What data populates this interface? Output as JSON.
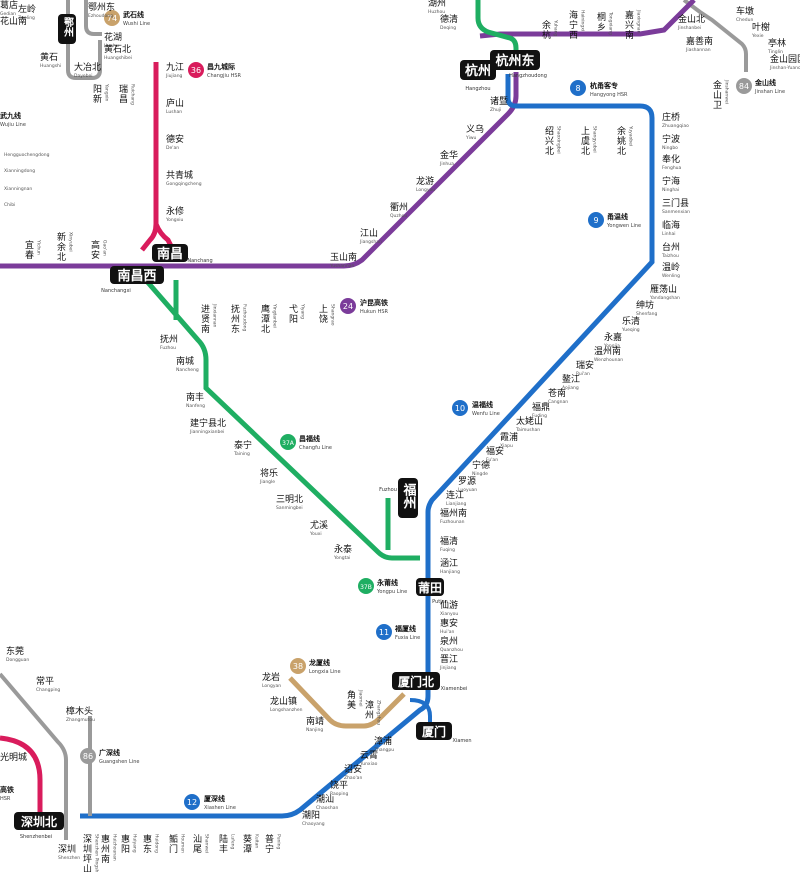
{
  "colors": {
    "blue": "#1f6fc9",
    "purple": "#7b3c9a",
    "green": "#1fae62",
    "red": "#d91c5c",
    "gray": "#9a9a9a",
    "tan": "#c9a26b",
    "hub_bg": "#111111",
    "hub_text": "#ffffff"
  },
  "hubs": [
    {
      "id": "hangzhou",
      "name": "杭州"
    },
    {
      "id": "hangzhoudong",
      "name": "杭州东"
    },
    {
      "id": "nanchang",
      "name": "南昌"
    },
    {
      "id": "nanchangxi",
      "name": "南昌西"
    },
    {
      "id": "fuzhou",
      "name": "福州"
    },
    {
      "id": "putian",
      "name": "莆田"
    },
    {
      "id": "xiamenbei",
      "name": "厦门北"
    },
    {
      "id": "xiamen",
      "name": "厦门"
    },
    {
      "id": "shenzhenbei",
      "name": "深圳北"
    },
    {
      "id": "ezhou",
      "name": "鄂州"
    }
  ],
  "hub_pinyin": [
    {
      "id": "hangzhou_py",
      "text": "Hangzhou"
    },
    {
      "id": "hangzhoudong_py",
      "text": "Hangzhoudong"
    },
    {
      "id": "nanchang_py",
      "text": "Nanchang"
    },
    {
      "id": "nanchangxi_py",
      "text": "Nanchangxi"
    },
    {
      "id": "fuzhou_py",
      "text": "Fuzhou"
    },
    {
      "id": "fuzhou_py2",
      "text": "Fuzhou"
    },
    {
      "id": "putian_py",
      "text": "Putian"
    },
    {
      "id": "xiamenbei_py",
      "text": "Xiamenbei"
    },
    {
      "id": "xiamen_py",
      "text": "Xiamen"
    },
    {
      "id": "shenzhenbei_py",
      "text": "Shenzhenbei"
    }
  ],
  "lines": [
    {
      "id": "l8",
      "num": "8",
      "name": "杭甬客专",
      "en": "Hangyong HSR"
    },
    {
      "id": "l9",
      "num": "9",
      "name": "甬温线",
      "en": "Yongwen Line"
    },
    {
      "id": "l10",
      "num": "10",
      "name": "温福线",
      "en": "Wenfu Line"
    },
    {
      "id": "l11",
      "num": "11",
      "name": "福厦线",
      "en": "Fuxia Line"
    },
    {
      "id": "l12",
      "num": "12",
      "name": "厦深线",
      "en": "Xiashen Line"
    },
    {
      "id": "l24",
      "num": "24",
      "name": "沪昆高铁",
      "en": "Hukun HSR"
    },
    {
      "id": "l36",
      "num": "36",
      "name": "昌九城际",
      "en": "Changjiu HSR"
    },
    {
      "id": "l37a",
      "num": "37A",
      "name": "昌福线",
      "en": "Changfu Line"
    },
    {
      "id": "l37b",
      "num": "37B",
      "name": "永莆线",
      "en": "Yongpu Line"
    },
    {
      "id": "l38",
      "num": "38",
      "name": "龙厦线",
      "en": "Longxia Line"
    },
    {
      "id": "l74",
      "num": "74",
      "name": "武石线",
      "en": "Wushi Line"
    },
    {
      "id": "l84",
      "num": "84",
      "name": "金山线",
      "en": "Jinshan Line"
    },
    {
      "id": "l86",
      "num": "86",
      "name": "广深线",
      "en": "Guangshen Line"
    }
  ],
  "partial_labels": [
    {
      "id": "jiujiang_line",
      "text": "武九线",
      "en": "Wujiu Line"
    },
    {
      "id": "shenzhen_hsr",
      "text": "高铁",
      "en": "HSR"
    }
  ],
  "stations": [
    {
      "id": "s_yuhang",
      "name": "余杭",
      "en": "Yuhang"
    },
    {
      "id": "s_haining",
      "name": "海宁西",
      "en": "Hainingxi"
    },
    {
      "id": "s_tongxiang",
      "name": "桐乡",
      "en": "Tongxiang"
    },
    {
      "id": "s_jiaxing",
      "name": "嘉兴南",
      "en": "Jiaxingnan"
    },
    {
      "id": "s_jinshanbei",
      "name": "金山北",
      "en": "Jinshanbei"
    },
    {
      "id": "s_jiashannan",
      "name": "嘉善南",
      "en": "Jiashannan"
    },
    {
      "id": "s_chedun",
      "name": "车墩",
      "en": "Chedun"
    },
    {
      "id": "s_yexie",
      "name": "叶榭",
      "en": "Yexie"
    },
    {
      "id": "s_tinglin",
      "name": "亭林",
      "en": "Tinglin"
    },
    {
      "id": "s_jinshanyuanqu",
      "name": "金山园区",
      "en": "Jinshan-Yuanqu"
    },
    {
      "id": "s_jinshanwei",
      "name": "金山卫",
      "en": "Jinshanwei"
    },
    {
      "id": "s_deqing",
      "name": "德清",
      "en": "Deqing"
    },
    {
      "id": "s_zhuji",
      "name": "诸暨",
      "en": "Zhuji"
    },
    {
      "id": "s_yiwu",
      "name": "义乌",
      "en": "Yiwu"
    },
    {
      "id": "s_jinhua",
      "name": "金华",
      "en": "Jinhua"
    },
    {
      "id": "s_longyou",
      "name": "龙游",
      "en": "Longyou"
    },
    {
      "id": "s_quzhou",
      "name": "衢州",
      "en": "Quzhou"
    },
    {
      "id": "s_jiangshan",
      "name": "江山",
      "en": "Jiangshan"
    },
    {
      "id": "s_yushannan",
      "name": "玉山南",
      "en": "Yushannan"
    },
    {
      "id": "s_shangrao",
      "name": "上饶",
      "en": "Shangrao"
    },
    {
      "id": "s_yiyang",
      "name": "弋阳",
      "en": "Yiyang"
    },
    {
      "id": "s_yingtanbei",
      "name": "鹰潭北",
      "en": "Yingtanbei"
    },
    {
      "id": "s_fuzhoudong",
      "name": "抚州东",
      "en": "Fuzhoudong"
    },
    {
      "id": "s_jinxian",
      "name": "进贤南",
      "en": "Jinxiannan"
    },
    {
      "id": "s_shaoxingbei",
      "name": "绍兴北",
      "en": "Shaoxingbei"
    },
    {
      "id": "s_shangyubei",
      "name": "上虞北",
      "en": "Shangyubei"
    },
    {
      "id": "s_yuyaobei",
      "name": "余姚北",
      "en": "Yuyaobei"
    },
    {
      "id": "s_zhuangqiao",
      "name": "庄桥",
      "en": "Zhuangqiao"
    },
    {
      "id": "s_ningbo",
      "name": "宁波",
      "en": "Ningbo"
    },
    {
      "id": "s_fenghua",
      "name": "奉化",
      "en": "Fenghua"
    },
    {
      "id": "s_ninghai",
      "name": "宁海",
      "en": "Ninghai"
    },
    {
      "id": "s_sanmenxian",
      "name": "三门县",
      "en": "Sanmenxian"
    },
    {
      "id": "s_linhai",
      "name": "临海",
      "en": "Linhai"
    },
    {
      "id": "s_taizhou",
      "name": "台州",
      "en": "Taizhou"
    },
    {
      "id": "s_wenling",
      "name": "温岭",
      "en": "Wenling"
    },
    {
      "id": "s_yandangshan",
      "name": "雁荡山",
      "en": "Yandangshan"
    },
    {
      "id": "s_shenfang",
      "name": "绅坊",
      "en": "Shenfang"
    },
    {
      "id": "s_yueqing",
      "name": "乐清",
      "en": "Yueqing"
    },
    {
      "id": "s_yongjia",
      "name": "永嘉",
      "en": "Yongjia"
    },
    {
      "id": "s_wenzhounan",
      "name": "温州南",
      "en": "Wenzhounan"
    },
    {
      "id": "s_ruian",
      "name": "瑞安",
      "en": "Rui'an"
    },
    {
      "id": "s_aojiang",
      "name": "鳌江",
      "en": "Aojiang"
    },
    {
      "id": "s_cangnan",
      "name": "苍南",
      "en": "Cangnan"
    },
    {
      "id": "s_fuding",
      "name": "福鼎",
      "en": "Fuding"
    },
    {
      "id": "s_taimushan",
      "name": "太姥山",
      "en": "Taimushan"
    },
    {
      "id": "s_xiapu",
      "name": "霞浦",
      "en": "Xiapu"
    },
    {
      "id": "s_fuan",
      "name": "福安",
      "en": "Fu'an"
    },
    {
      "id": "s_ningde",
      "name": "宁德",
      "en": "Ningde"
    },
    {
      "id": "s_luoyuan",
      "name": "罗源",
      "en": "Luoyuan"
    },
    {
      "id": "s_lianjiang",
      "name": "连江",
      "en": "Lianjiang"
    },
    {
      "id": "s_fuzhounan",
      "name": "福州南",
      "en": "Fuzhounan"
    },
    {
      "id": "s_fuqing",
      "name": "福清",
      "en": "Fuqing"
    },
    {
      "id": "s_hanjiang",
      "name": "涵江",
      "en": "Hanjiang"
    },
    {
      "id": "s_xianyou",
      "name": "仙游",
      "en": "Xianyou"
    },
    {
      "id": "s_huian",
      "name": "惠安",
      "en": "Hui'an"
    },
    {
      "id": "s_quanzhou",
      "name": "泉州",
      "en": "Quanzhou"
    },
    {
      "id": "s_jinjiang",
      "name": "晋江",
      "en": "Jinjiang"
    },
    {
      "id": "s_jiujiang",
      "name": "九江",
      "en": "Jiujiang"
    },
    {
      "id": "s_lushan",
      "name": "庐山",
      "en": "Lushan"
    },
    {
      "id": "s_dean",
      "name": "德安",
      "en": "De'an"
    },
    {
      "id": "s_gongqing",
      "name": "共青城",
      "en": "Gongqingcheng"
    },
    {
      "id": "s_yongxiu",
      "name": "永修",
      "en": "Yongxiu"
    },
    {
      "id": "s_fuzhou_jx",
      "name": "抚州",
      "en": "Fuzhou"
    },
    {
      "id": "s_nancheng",
      "name": "南城",
      "en": "Nancheng"
    },
    {
      "id": "s_nanfeng",
      "name": "南丰",
      "en": "Nanfeng"
    },
    {
      "id": "s_jianning",
      "name": "建宁县北",
      "en": "Jianningxianbei"
    },
    {
      "id": "s_taining",
      "name": "泰宁",
      "en": "Taining"
    },
    {
      "id": "s_jiangle",
      "name": "将乐",
      "en": "Jiangle"
    },
    {
      "id": "s_sanmingbei",
      "name": "三明北",
      "en": "Sanmingbei"
    },
    {
      "id": "s_youxi",
      "name": "尤溪",
      "en": "Youxi"
    },
    {
      "id": "s_yongtai",
      "name": "永泰",
      "en": "Yongtai"
    },
    {
      "id": "s_longyan",
      "name": "龙岩",
      "en": "Longyan"
    },
    {
      "id": "s_longshanzhen",
      "name": "龙山镇",
      "en": "Longshanzhen"
    },
    {
      "id": "s_nanjing",
      "name": "南靖",
      "en": "Nanjing"
    },
    {
      "id": "s_jiaomei",
      "name": "角美",
      "en": "Jiaomei"
    },
    {
      "id": "s_zhangzhou",
      "name": "漳州",
      "en": "Zhangzhou"
    },
    {
      "id": "s_zhangpu",
      "name": "漳浦",
      "en": "Zhangpu"
    },
    {
      "id": "s_yunxiao",
      "name": "云霄",
      "en": "Yunxiao"
    },
    {
      "id": "s_zhaoan",
      "name": "诏安",
      "en": "Zhao'an"
    },
    {
      "id": "s_raoping",
      "name": "饶平",
      "en": "Raoping"
    },
    {
      "id": "s_chaoshan",
      "name": "潮汕",
      "en": "Chaoshan"
    },
    {
      "id": "s_chaoyang",
      "name": "潮阳",
      "en": "Chaoyang"
    },
    {
      "id": "s_puning",
      "name": "普宁",
      "en": "Puning"
    },
    {
      "id": "s_kuitan",
      "name": "葵潭",
      "en": "Kuitan"
    },
    {
      "id": "s_lufeng",
      "name": "陆丰",
      "en": "Lufeng"
    },
    {
      "id": "s_shanwei",
      "name": "汕尾",
      "en": "Shanwei"
    },
    {
      "id": "s_houmen",
      "name": "鲘门",
      "en": "Houmen"
    },
    {
      "id": "s_huidong",
      "name": "惠东",
      "en": "Huidong"
    },
    {
      "id": "s_huiyang",
      "name": "惠阳",
      "en": "Huiyang"
    },
    {
      "id": "s_huizhounan",
      "name": "惠州南",
      "en": "Huizhounan"
    },
    {
      "id": "s_shenzhenpingshan",
      "name": "深圳坪山",
      "en": "Shenzhen Pingshan"
    },
    {
      "id": "s_shenzhen",
      "name": "深圳",
      "en": "Shenzhen"
    },
    {
      "id": "s_dongguan",
      "name": "东莞",
      "en": "Dongguan"
    },
    {
      "id": "s_changping",
      "name": "常平",
      "en": "Changping"
    },
    {
      "id": "s_zhangmutou",
      "name": "樟木头",
      "en": "Zhangmutou"
    },
    {
      "id": "s_guangming",
      "name": "光明城",
      "en": ""
    },
    {
      "id": "s_yichun",
      "name": "宜春",
      "en": "Yichun"
    },
    {
      "id": "s_xinyu",
      "name": "新余北",
      "en": "Xinyubei"
    },
    {
      "id": "s_gaoan",
      "name": "高安",
      "en": "Gao'an"
    },
    {
      "id": "s_huashi",
      "name": "花湖",
      "en": "Huahu"
    },
    {
      "id": "s_huangshibei",
      "name": "黄石北",
      "en": "Huangshibei"
    },
    {
      "id": "s_huangshi",
      "name": "黄石",
      "en": "Huangshi"
    },
    {
      "id": "s_daye",
      "name": "大冶北",
      "en": "Dayebei"
    },
    {
      "id": "s_yangxin",
      "name": "阳新",
      "en": "Yangxin"
    },
    {
      "id": "s_ruichang",
      "name": "瑞昌",
      "en": "Ruichang"
    },
    {
      "id": "s_gedian",
      "name": "葛店",
      "en": "Gedian"
    },
    {
      "id": "s_zuoling",
      "name": "左岭",
      "en": "Zuoling"
    },
    {
      "id": "s_huahu",
      "name": "花山南",
      "en": ""
    },
    {
      "id": "s_ezhoudong",
      "name": "鄂州东",
      "en": "Ezhoudong"
    },
    {
      "id": "s_huzhou",
      "name": "湖州",
      "en": "Huzhou"
    },
    {
      "id": "s_nanchang_py",
      "name": "",
      "en": "Nanchang"
    },
    {
      "id": "s_jingde",
      "name": "",
      "en": "Hengguochengdong"
    },
    {
      "id": "s_xinningdong",
      "name": "",
      "en": "Xianningdong"
    },
    {
      "id": "s_xianning",
      "name": "",
      "en": "Xianningnan"
    },
    {
      "id": "s_chibi",
      "name": "",
      "en": "Chibi"
    }
  ]
}
